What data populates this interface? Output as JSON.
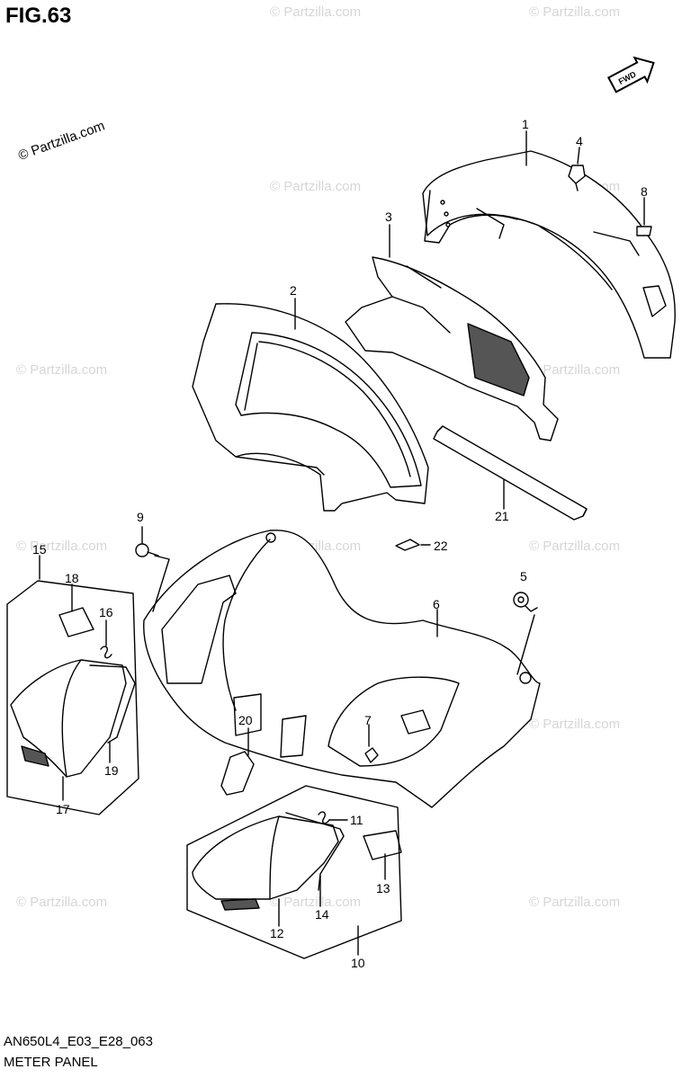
{
  "figure": {
    "title": "FIG.63",
    "watermark": "© Partzilla.com",
    "fwd_label": "FWD",
    "diagram_code": "AN650L4_E03_E28_063",
    "caption": "METER PANEL"
  },
  "callouts": [
    "1",
    "2",
    "3",
    "4",
    "5",
    "6",
    "7",
    "8",
    "9",
    "10",
    "11",
    "12",
    "13",
    "14",
    "15",
    "16",
    "17",
    "18",
    "19",
    "20",
    "21",
    "22"
  ]
}
